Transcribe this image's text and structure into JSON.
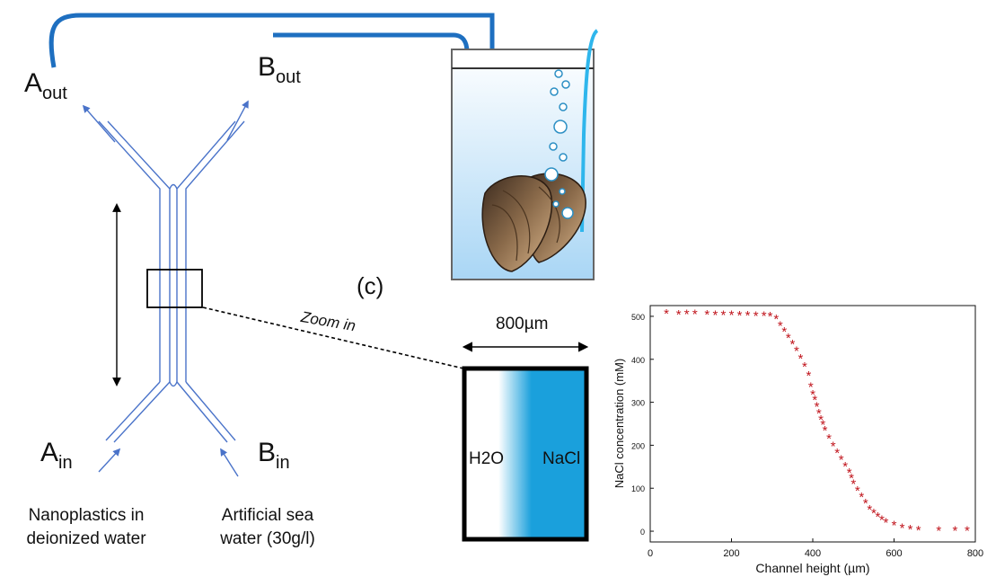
{
  "ports": {
    "a_out": {
      "main": "A",
      "sub": "out"
    },
    "b_out": {
      "main": "B",
      "sub": "out"
    },
    "a_in": {
      "main": "A",
      "sub": "in"
    },
    "b_in": {
      "main": "B",
      "sub": "in"
    }
  },
  "captions": {
    "a_in_line1": "Nanoplastics in",
    "a_in_line2": "deionized water",
    "b_in_line1": "Artificial sea",
    "b_in_line2": "water (30g/l)"
  },
  "panel_label": "(c)",
  "zoom_label": "Zoom in",
  "channel_width_label": "800µm",
  "fluids": {
    "left": "H2O",
    "right": "NaCl"
  },
  "colors": {
    "water_blue": "#1aa0dc",
    "tube_blue": "#1e6fc0",
    "channel_line": "#4a73c9",
    "data_red": "#c0141c"
  },
  "chart_data": {
    "type": "scatter",
    "xlabel": "Channel height (µm)",
    "ylabel": "NaCl concentration (mM)",
    "xlim": [
      0,
      800
    ],
    "ylim": [
      -25,
      525
    ],
    "xticks": [
      "0",
      "200",
      "400",
      "600",
      "800"
    ],
    "yticks": [
      "0",
      "100",
      "200",
      "300",
      "400",
      "500"
    ],
    "grid": false,
    "series": [
      {
        "marker": "*",
        "x": [
          40,
          70,
          90,
          110,
          140,
          160,
          180,
          200,
          220,
          240,
          260,
          280,
          295,
          310,
          320,
          330,
          340,
          350,
          360,
          370,
          380,
          390,
          395,
          400,
          405,
          410,
          415,
          420,
          425,
          430,
          440,
          450,
          460,
          470,
          480,
          490,
          495,
          500,
          510,
          520,
          530,
          540,
          550,
          560,
          570,
          580,
          600,
          620,
          640,
          660,
          710,
          750,
          780
        ],
        "y": [
          508,
          506,
          507,
          507,
          506,
          505,
          505,
          505,
          504,
          504,
          503,
          503,
          502,
          496,
          480,
          466,
          452,
          437,
          421,
          404,
          385,
          364,
          338,
          320,
          308,
          292,
          276,
          262,
          250,
          236,
          218,
          200,
          184,
          168,
          153,
          138,
          126,
          112,
          96,
          82,
          67,
          52,
          44,
          36,
          28,
          22,
          16,
          10,
          6,
          4,
          3,
          3,
          3
        ]
      }
    ]
  }
}
